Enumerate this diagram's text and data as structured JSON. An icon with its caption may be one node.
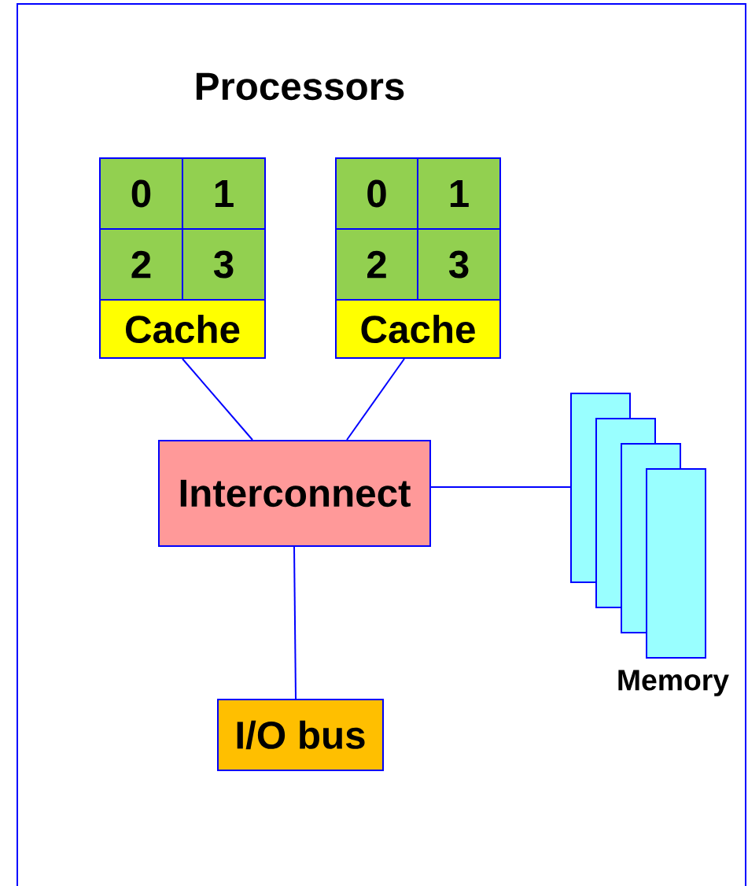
{
  "diagram": {
    "title": "Processors",
    "nodes": [
      {
        "text": [
          "0"
        ]
      },
      {
        "text": [
          "1"
        ]
      },
      {
        "text": [
          "2"
        ]
      },
      {
        "text": [
          "3"
        ]
      },
      {
        "text": [
          "Cache"
        ]
      },
      {
        "text": [
          "0"
        ]
      },
      {
        "text": [
          "1"
        ]
      },
      {
        "text": [
          "2"
        ]
      },
      {
        "text": [
          "3"
        ]
      },
      {
        "text": [
          "Cache"
        ]
      },
      {
        "text": [
          "Interconnect"
        ]
      },
      {
        "text": [],
        "shape": "box"
      },
      {
        "text": [],
        "shape": "box"
      },
      {
        "text": [],
        "shape": "box"
      },
      {
        "text": [],
        "shape": "box",
        "beside": [
          "Memory"
        ]
      },
      {
        "text": [
          "I/O bus"
        ]
      }
    ],
    "edges": [
      {
        "from": 4,
        "to": 10,
        "arrow": "none"
      },
      {
        "from": 9,
        "to": 10,
        "arrow": "none"
      },
      {
        "from": 10,
        "to": 11,
        "arrow": "none"
      },
      {
        "from": 10,
        "to": 15,
        "arrow": "none"
      }
    ]
  }
}
